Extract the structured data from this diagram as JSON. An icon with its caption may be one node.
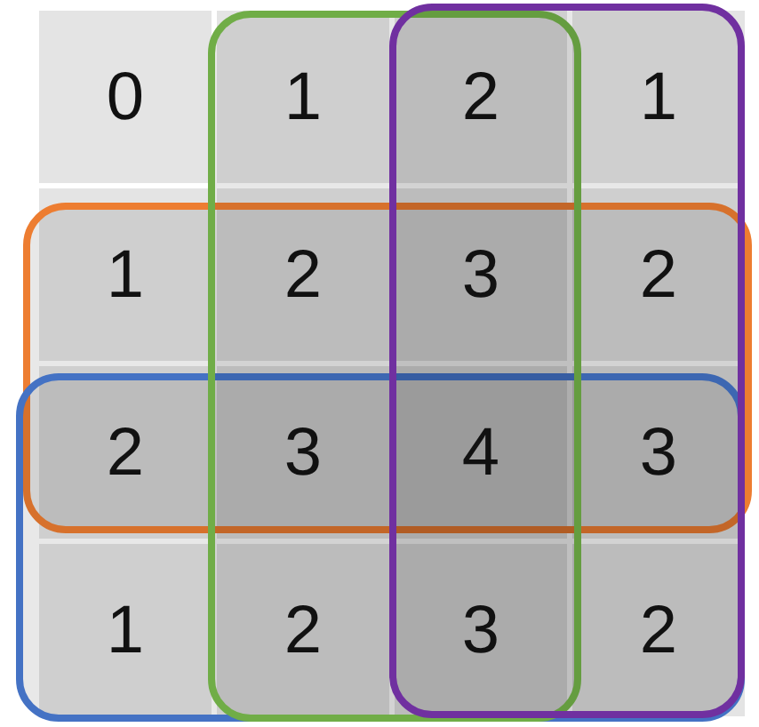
{
  "diagram": {
    "nodes": [
      {
        "text": [
          "0"
        ]
      },
      {
        "text": [
          "1"
        ]
      },
      {
        "text": [
          "2"
        ]
      },
      {
        "text": [
          "1"
        ]
      },
      {
        "text": [
          "1"
        ]
      },
      {
        "text": [
          "2"
        ]
      },
      {
        "text": [
          "3"
        ]
      },
      {
        "text": [
          "2"
        ]
      },
      {
        "text": [
          "2"
        ]
      },
      {
        "text": [
          "3"
        ]
      },
      {
        "text": [
          "4"
        ]
      },
      {
        "text": [
          "3"
        ]
      },
      {
        "text": [
          "1"
        ]
      },
      {
        "text": [
          "2"
        ]
      },
      {
        "text": [
          "3"
        ]
      },
      {
        "text": [
          "2"
        ]
      }
    ]
  }
}
